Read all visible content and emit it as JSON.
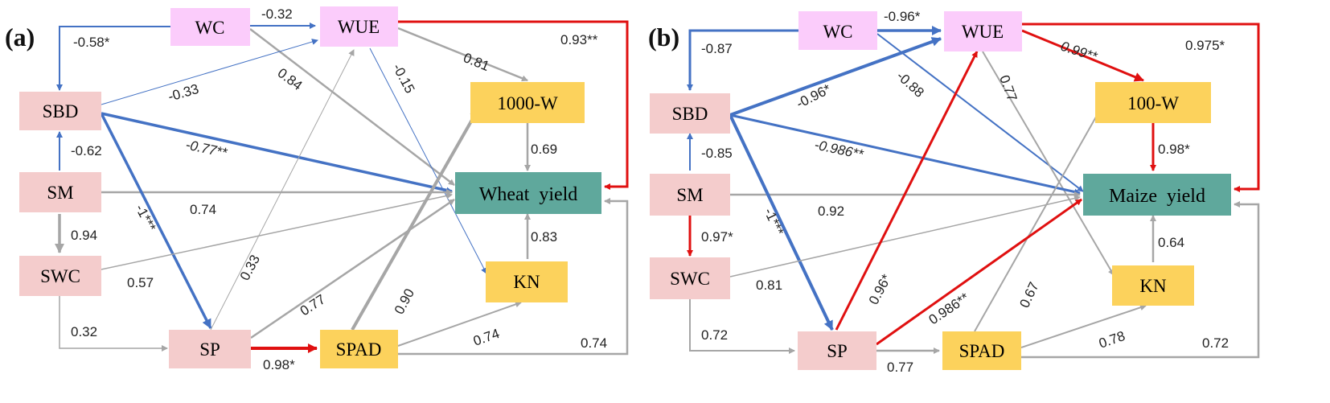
{
  "colors": {
    "pink_node": "#f4cccc",
    "violet_node": "#fbccfb",
    "yellow_node": "#fcd25c",
    "teal_node": "#5fa89c",
    "positive_significant": "#e01010",
    "negative": "#4472c4",
    "positive": "#a6a6a6"
  },
  "panels": [
    {
      "label": "(a)",
      "nodes": {
        "WC": "WC",
        "WUE": "WUE",
        "SBD": "SBD",
        "SM": "SM",
        "SWC": "SWC",
        "SP": "SP",
        "SPAD": "SPAD",
        "KW": "1000-W",
        "Y": "Wheat  yield",
        "KN": "KN"
      },
      "coefficients": {
        "wc_wue": "-0.32",
        "wc_sbd": "-0.58*",
        "wue_y": "0.93**",
        "wue_kw": "0.81",
        "wc_y": "0.84",
        "wue_kn": "-0.15",
        "sbd_wue": "-0.33",
        "sbd_y": "-0.77**",
        "sm_sbd": "-0.62",
        "kw_y": "0.69",
        "sm_y": "0.74",
        "sbd_sp": "-1***",
        "sm_swc": "0.94",
        "kn_y": "0.83",
        "swc_y": "0.57",
        "sp_wue": "0.33",
        "spad_kw": "0.90",
        "sp_y": "0.77",
        "swc_sp": "0.32",
        "spad_kn": "0.74",
        "spad_y": "0.74",
        "sp_spad": "0.98*"
      }
    },
    {
      "label": "(b)",
      "nodes": {
        "WC": "WC",
        "WUE": "WUE",
        "SBD": "SBD",
        "SM": "SM",
        "SWC": "SWC",
        "SP": "SP",
        "SPAD": "SPAD",
        "KW": "100-W",
        "Y": "Maize  yield",
        "KN": "KN"
      },
      "coefficients": {
        "wc_wue": "-0.96*",
        "wc_sbd": "-0.87",
        "wue_y": "0.975*",
        "wue_kw": "0.99**",
        "wc_y": "-0.88",
        "wue_kn": "0.77",
        "sbd_wue": "-0.96*",
        "sbd_y": "-0.986**",
        "sm_sbd": "-0.85",
        "kw_y": "0.98*",
        "sm_y": "0.92",
        "sbd_sp": "-1***",
        "sm_swc": "0.97*",
        "kn_y": "0.64",
        "swc_y": "0.81",
        "sp_wue": "0.96*",
        "spad_kw": "0.67",
        "sp_y": "0.986**",
        "swc_sp": "0.72",
        "spad_kn": "0.78",
        "spad_y": "0.72",
        "sp_spad": "0.77"
      }
    }
  ]
}
